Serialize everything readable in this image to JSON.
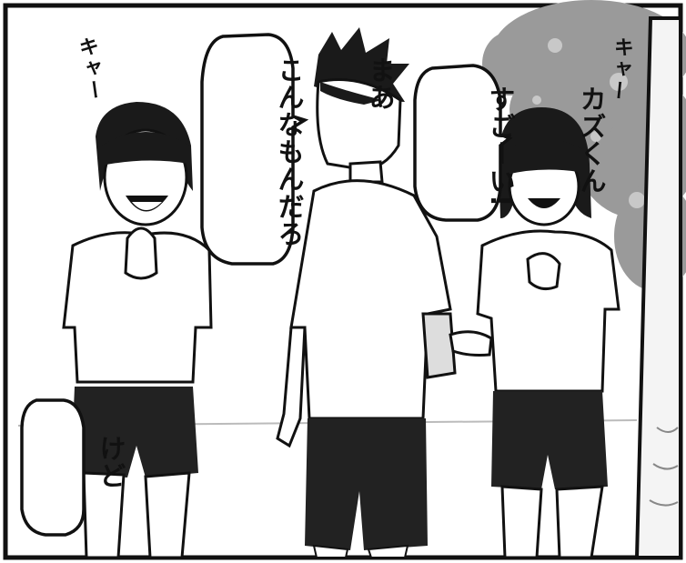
{
  "bubbles": {
    "left": {
      "lines": [
        "まあ",
        "こんなもんだろ"
      ]
    },
    "right": {
      "lines": [
        "カズくん",
        "すごーい!"
      ]
    },
    "bottom": {
      "lines": [
        "けど"
      ]
    }
  },
  "sfx": {
    "left": "キャー",
    "right": "キャー"
  },
  "colors": {
    "ink": "#111111",
    "paper": "#ffffff",
    "tree": "#9a9a9a",
    "shorts": "#222222"
  }
}
